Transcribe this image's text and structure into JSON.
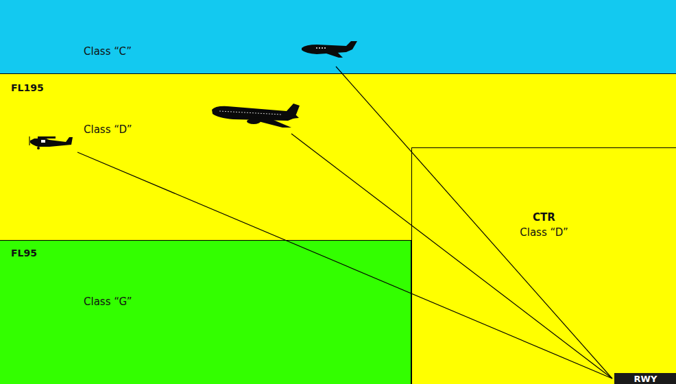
{
  "diagram": {
    "nodes": [
      {
        "text": [
          "Class “C”"
        ]
      },
      {
        "text": [
          "FL195",
          "Class “D”"
        ]
      },
      {
        "text": [
          "FL95",
          "Class “G”"
        ]
      },
      {
        "text": [
          "CTR",
          "Class “D”"
        ]
      },
      {
        "text": [
          "RWY"
        ],
        "in": 3
      }
    ]
  }
}
